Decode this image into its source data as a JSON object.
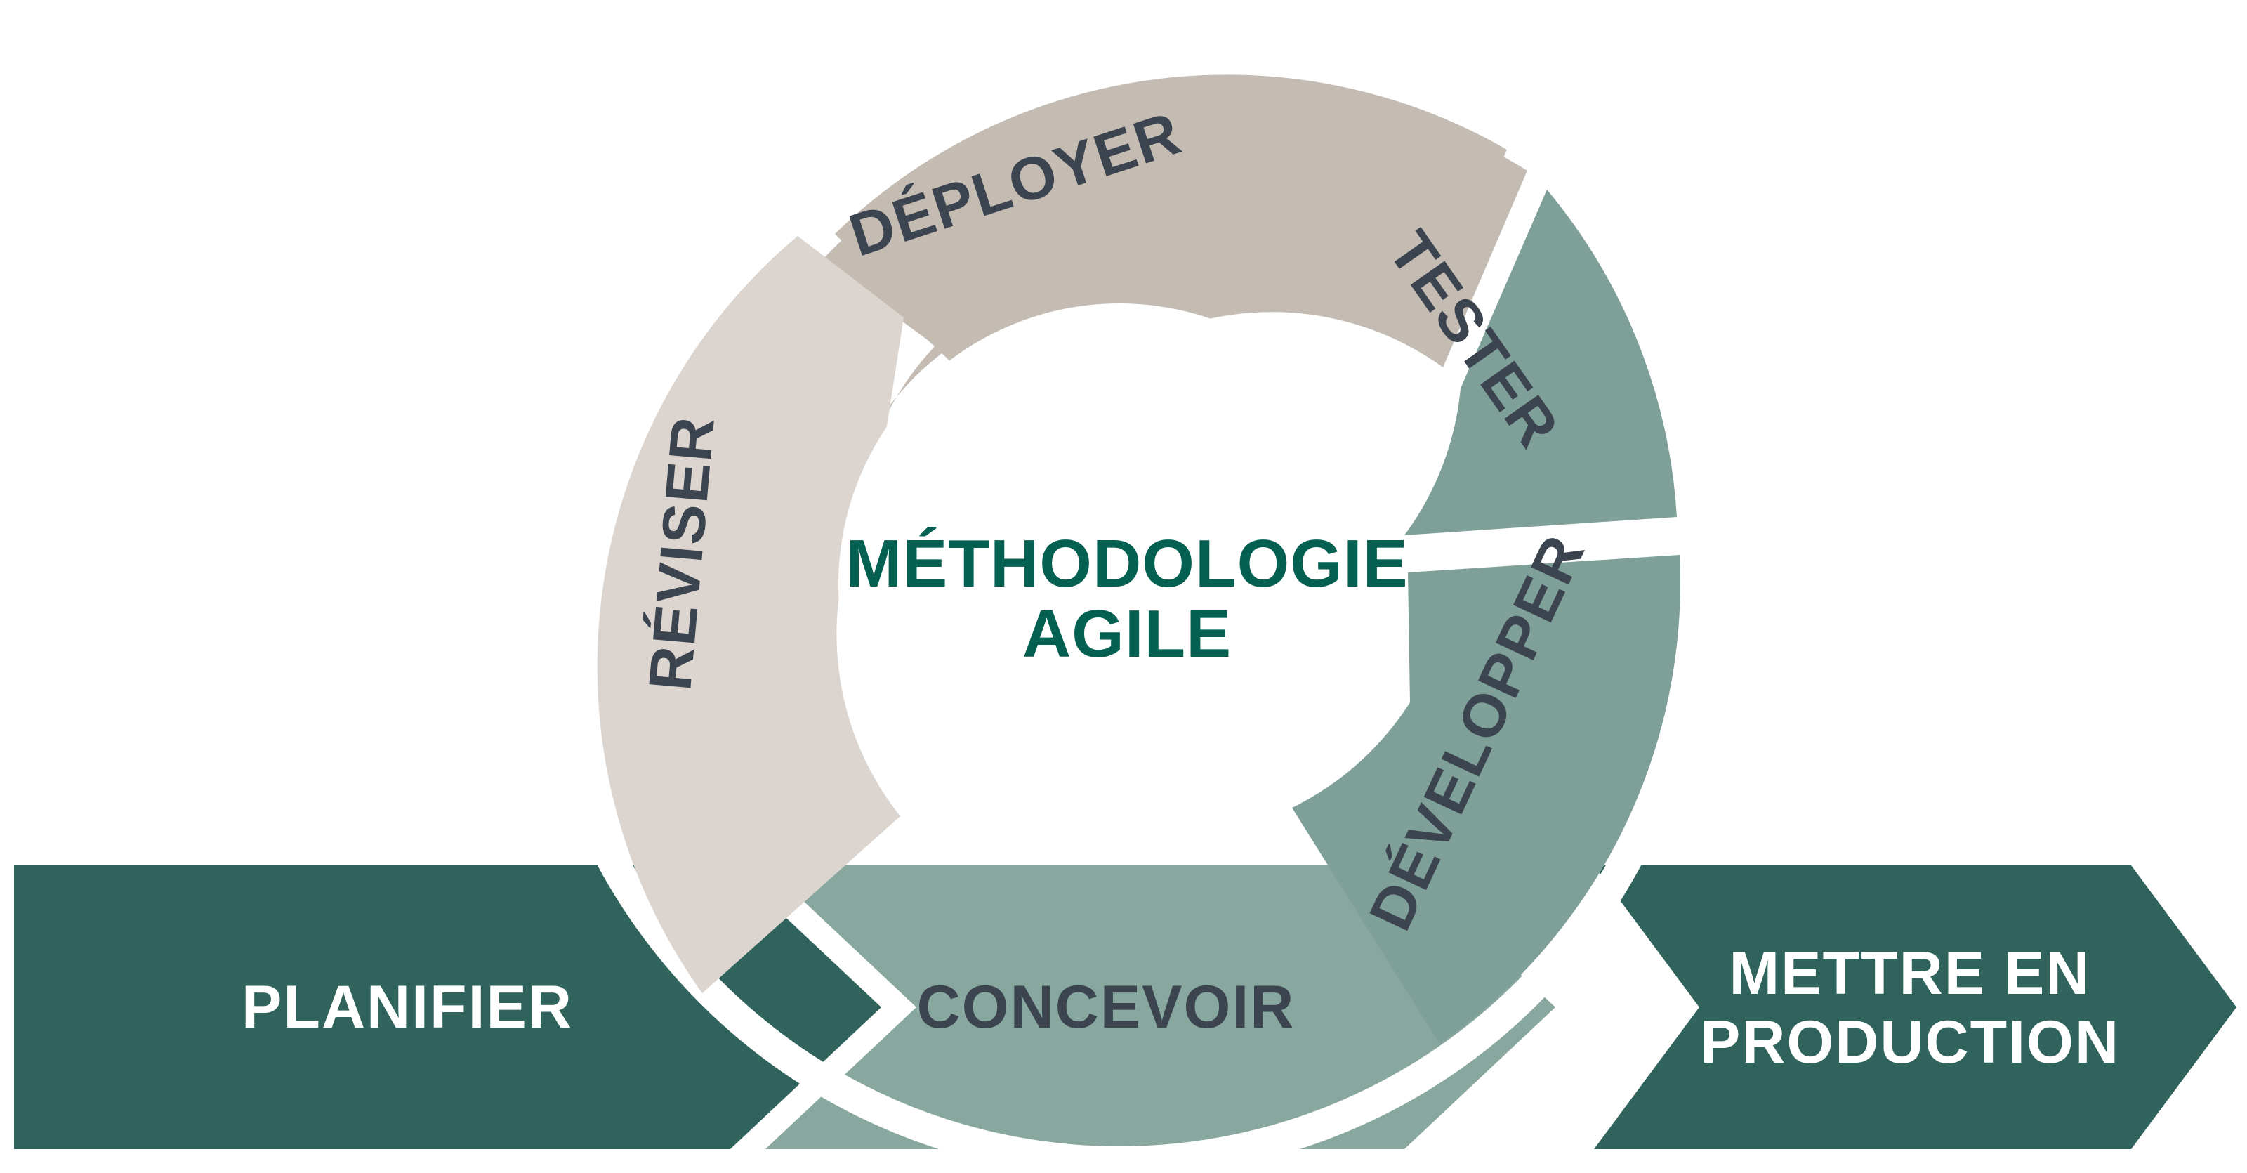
{
  "diagram": {
    "title": "Méthodologie Agile",
    "center": {
      "line1": "MÉTHODOLOGIE",
      "line2": "AGILE",
      "color": "#046050"
    },
    "cycle_segments": [
      {
        "label": "DÉPLOYER",
        "fill": "#C4BBB2",
        "text_color": "#3B444F",
        "position": "top"
      },
      {
        "label": "TESTER",
        "fill": "#7FA099",
        "text_color": "#3B444F",
        "position": "right-upper"
      },
      {
        "label": "DÉVELOPPER",
        "fill": "#7FA099",
        "text_color": "#3B444F",
        "position": "right-lower"
      },
      {
        "label": "RÉVISER",
        "fill": "#DCD5CF",
        "text_color": "#3B444F",
        "position": "left"
      }
    ],
    "flow_arrows": [
      {
        "label": "PLANIFIER",
        "fill": "#30635C",
        "text_color": "#FFFFFF",
        "lines": [
          "PLANIFIER"
        ]
      },
      {
        "label": "CONCEVOIR",
        "fill": "#87A79F",
        "text_color": "#3B444F",
        "lines": [
          "CONCEVOIR"
        ]
      },
      {
        "label": "METTRE EN PRODUCTION",
        "fill": "#30635C",
        "text_color": "#FFFFFF",
        "lines": [
          "METTRE EN",
          "PRODUCTION"
        ]
      }
    ],
    "palette": {
      "background": "#FFFFFF",
      "dark_teal": "#30635C",
      "mid_sage": "#87A79F",
      "light_sage": "#7FA099",
      "taupe": "#C4BBB2",
      "warm_grey": "#DCD5CF",
      "slate_text": "#3B444F",
      "brand_green": "#046050"
    }
  }
}
